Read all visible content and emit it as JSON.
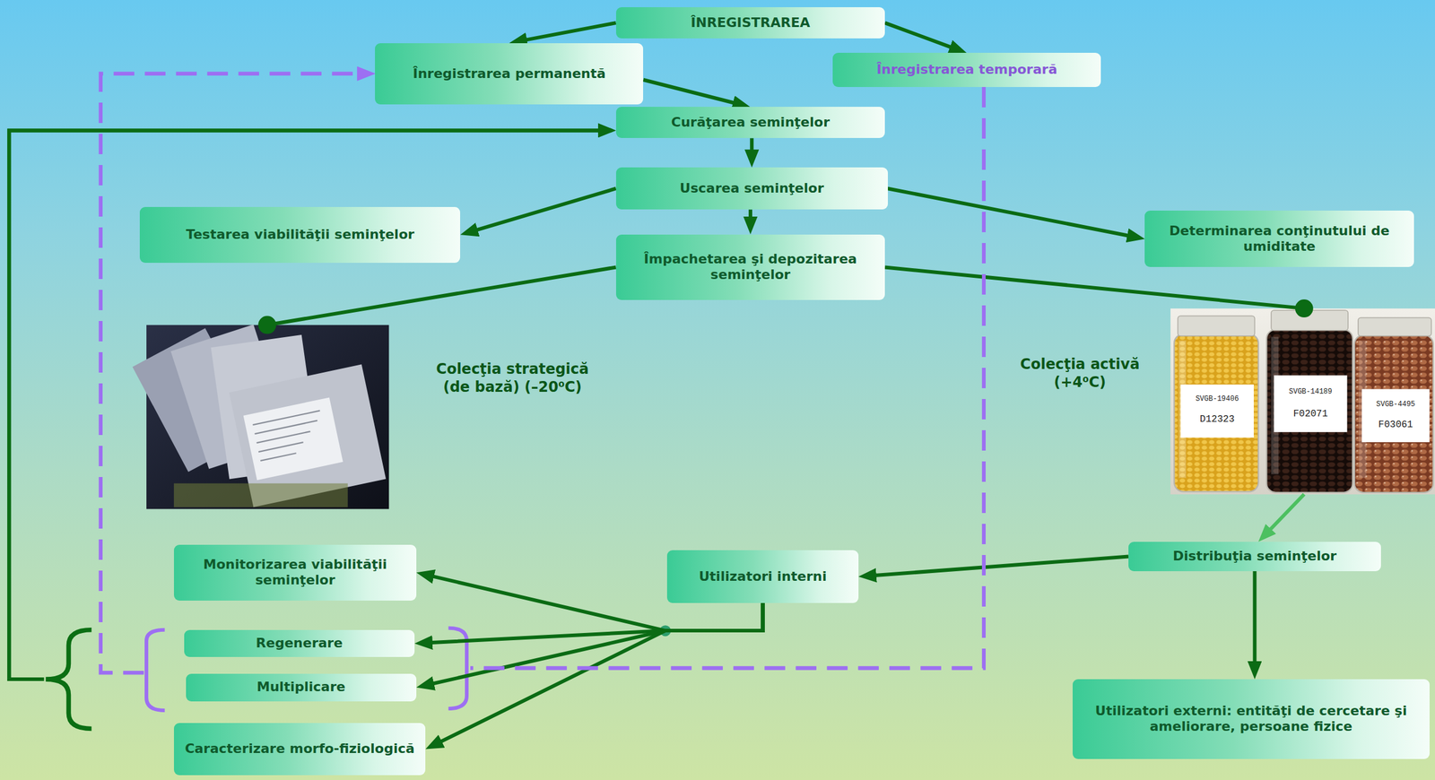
{
  "diagram": {
    "nodes": [
      {
        "text": [
          "ÎNREGISTRAREA"
        ]
      },
      {
        "text": [
          "Înregistrarea permanentă"
        ]
      },
      {
        "text": [
          "Înregistrarea temporară"
        ]
      },
      {
        "text": [
          "Curăţarea seminţelor"
        ]
      },
      {
        "text": [
          "Uscarea seminţelor"
        ]
      },
      {
        "text": [
          "Testarea viabilităţii seminţelor"
        ]
      },
      {
        "text": [
          "Determinarea conţinutului de umiditate"
        ]
      },
      {
        "text": [
          "Împachetarea şi depozitarea seminţelor"
        ]
      },
      {
        "text": [
          "Colecţia strategică (de bază) (–20⁰C)"
        ]
      },
      {
        "text": [
          "Colecţia activă (+4⁰C)"
        ]
      },
      {
        "text": [
          "Distribuţia seminţelor"
        ]
      },
      {
        "text": [
          "Utilizatori interni"
        ]
      },
      {
        "text": [
          "Monitorizarea viabilităţii seminţelor"
        ]
      },
      {
        "text": [
          "Regenerare"
        ]
      },
      {
        "text": [
          "Multiplicare"
        ]
      },
      {
        "text": [
          "Caracterizare morfo-fiziologică"
        ]
      },
      {
        "text": [
          "Utilizatori externi: entităţi de cercetare şi ameliorare, persoane fizice"
        ]
      }
    ],
    "edges": [
      {
        "from": 0,
        "to": 1,
        "arrow": "to"
      },
      {
        "from": 0,
        "to": 2,
        "arrow": "to"
      },
      {
        "from": 1,
        "to": 3,
        "arrow": "to"
      },
      {
        "from": 3,
        "to": 4,
        "arrow": "to"
      },
      {
        "from": 4,
        "to": 5,
        "arrow": "to"
      },
      {
        "from": 4,
        "to": 7,
        "arrow": "to"
      },
      {
        "from": 4,
        "to": 6,
        "arrow": "to"
      },
      {
        "from": 7,
        "to": 8,
        "arrow": "none"
      },
      {
        "from": 7,
        "to": 9,
        "arrow": "none"
      },
      {
        "from": 9,
        "to": 10,
        "arrow": "to"
      },
      {
        "from": 10,
        "to": 11,
        "arrow": "to"
      },
      {
        "from": 10,
        "to": 16,
        "arrow": "to"
      },
      {
        "from": 11,
        "to": 12,
        "arrow": "to"
      },
      {
        "from": 11,
        "to": 13,
        "arrow": "to"
      },
      {
        "from": 11,
        "to": 14,
        "arrow": "to"
      },
      {
        "from": 11,
        "to": 15,
        "arrow": "to"
      },
      {
        "from": 13,
        "to": 3,
        "arrow": "to"
      },
      {
        "from": 14,
        "to": 3,
        "arrow": "to"
      },
      {
        "from": 2,
        "to": 13,
        "arrow": "none"
      },
      {
        "from": 2,
        "to": 14,
        "arrow": "none"
      },
      {
        "from": 13,
        "to": 1,
        "arrow": "to"
      },
      {
        "from": 14,
        "to": 1,
        "arrow": "to"
      }
    ],
    "labels": [
      "SVGB-19406",
      "D12323",
      "SVGB-14189",
      "F02071",
      "SVGB-4495",
      "F03061"
    ]
  }
}
